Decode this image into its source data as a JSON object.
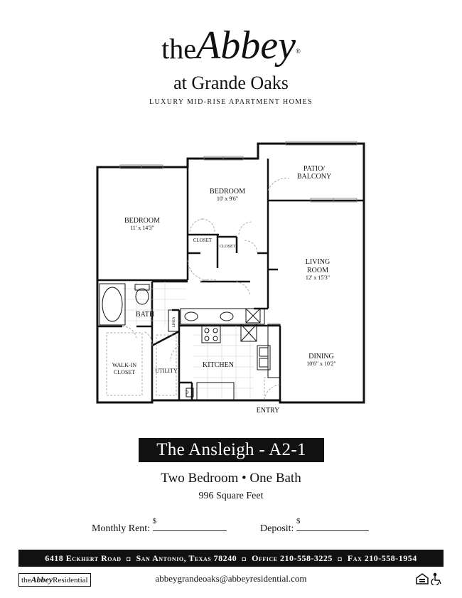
{
  "brand": {
    "prefix": "the",
    "name": "Abbey",
    "registered": "®",
    "subtitle": "at Grande Oaks",
    "tagline": "LUXURY MID-RISE APARTMENT HOMES"
  },
  "floorplan": {
    "rooms": [
      {
        "name": "BEDROOM",
        "dims": "11' x 14'3\""
      },
      {
        "name": "BEDROOM",
        "dims": "10' x 9'6\""
      },
      {
        "name": "PATIO/",
        "name2": "BALCONY"
      },
      {
        "name": "LIVING",
        "name2": "ROOM",
        "dims": "12' x 15'3\""
      },
      {
        "name": "DINING",
        "dims": "10'6\" x 10'2\""
      },
      {
        "name": "BATH"
      },
      {
        "name": "WALK-IN",
        "name2": "CLOSET"
      },
      {
        "name": "KITCHEN"
      },
      {
        "name": "UTILITY"
      }
    ],
    "closet_label": "CLOSET",
    "linen_label": "LINEN",
    "pantry_label": "P",
    "entry_label": "ENTRY"
  },
  "plan_title": "The Ansleigh - A2-1",
  "plan_description": "Two Bedroom • One Bath",
  "square_feet": "996 Square Feet",
  "form": {
    "rent_label": "Monthly Rent:",
    "deposit_label": "Deposit:",
    "currency": "$"
  },
  "footer": {
    "address": "6418 Eckhert Road",
    "city": "San Antonio, Texas 78240",
    "office": "Office 210-558-3225",
    "fax": "Fax 210-558-1954",
    "separator": "◘",
    "email": "abbeygrandeoaks@abbeyresidential.com",
    "mini_logo_prefix": "the",
    "mini_logo_name": "Abbey",
    "mini_logo_suffix": "Residential"
  },
  "icons": [
    "equal-housing-icon",
    "wheelchair-icon"
  ]
}
